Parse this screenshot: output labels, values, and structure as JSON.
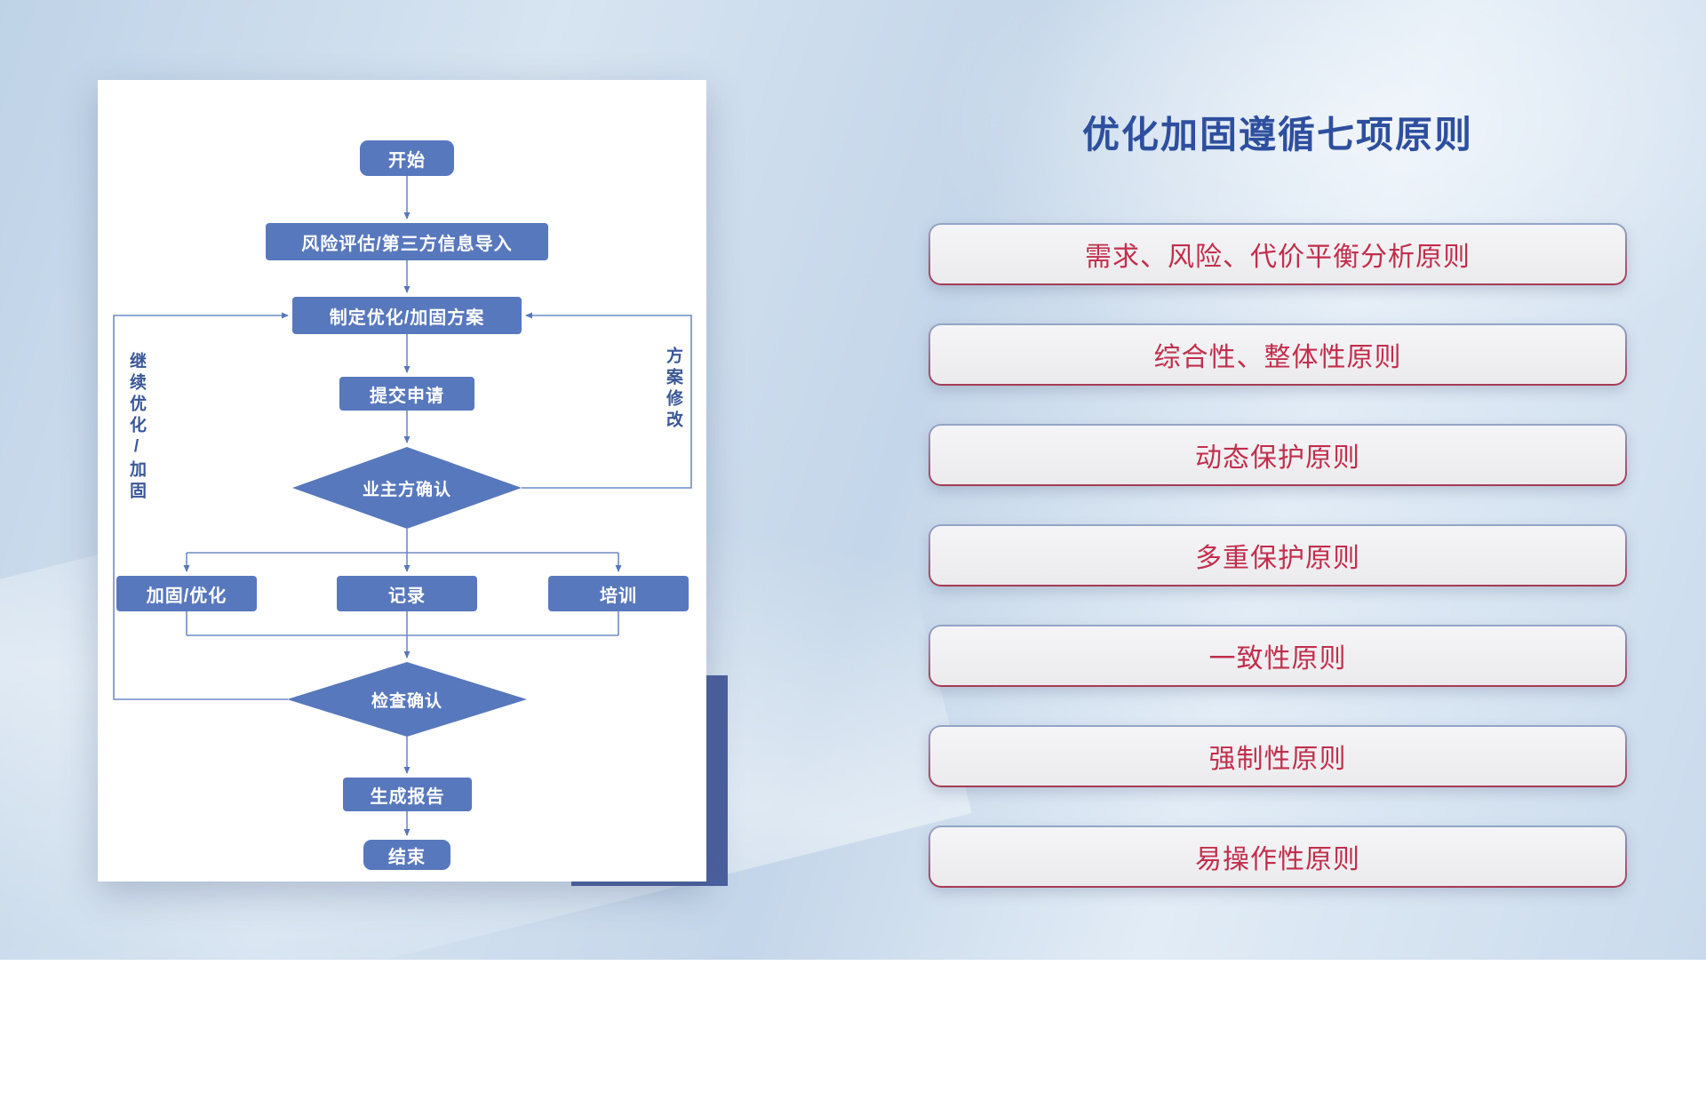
{
  "title": "优化加固遵循七项原则",
  "flowchart": {
    "nodes": {
      "start": "开始",
      "risk_import": "风险评估/第三方信息导入",
      "plan": "制定优化/加固方案",
      "submit": "提交申请",
      "owner_confirm": "业主方确认",
      "reinforce": "加固/优化",
      "record": "记录",
      "training": "培训",
      "check_confirm": "检查确认",
      "report": "生成报告",
      "end": "结束"
    },
    "loop_labels": {
      "continue_optimize": "继续优化/加固",
      "plan_modify": "方案修改"
    }
  },
  "principles": [
    {
      "label": "需求、风险、代价平衡分析原则"
    },
    {
      "label": "综合性、整体性原则"
    },
    {
      "label": "动态保护原则"
    },
    {
      "label": "多重保护原则"
    },
    {
      "label": "一致性原则"
    },
    {
      "label": "强制性原则"
    },
    {
      "label": "易操作性原则"
    }
  ],
  "colors": {
    "node_fill": "#5878bd",
    "connector": "#6d8cc5",
    "title": "#2e4f9e",
    "principle_text": "#c22e4c",
    "accent_block": "#4a5f9d"
  }
}
